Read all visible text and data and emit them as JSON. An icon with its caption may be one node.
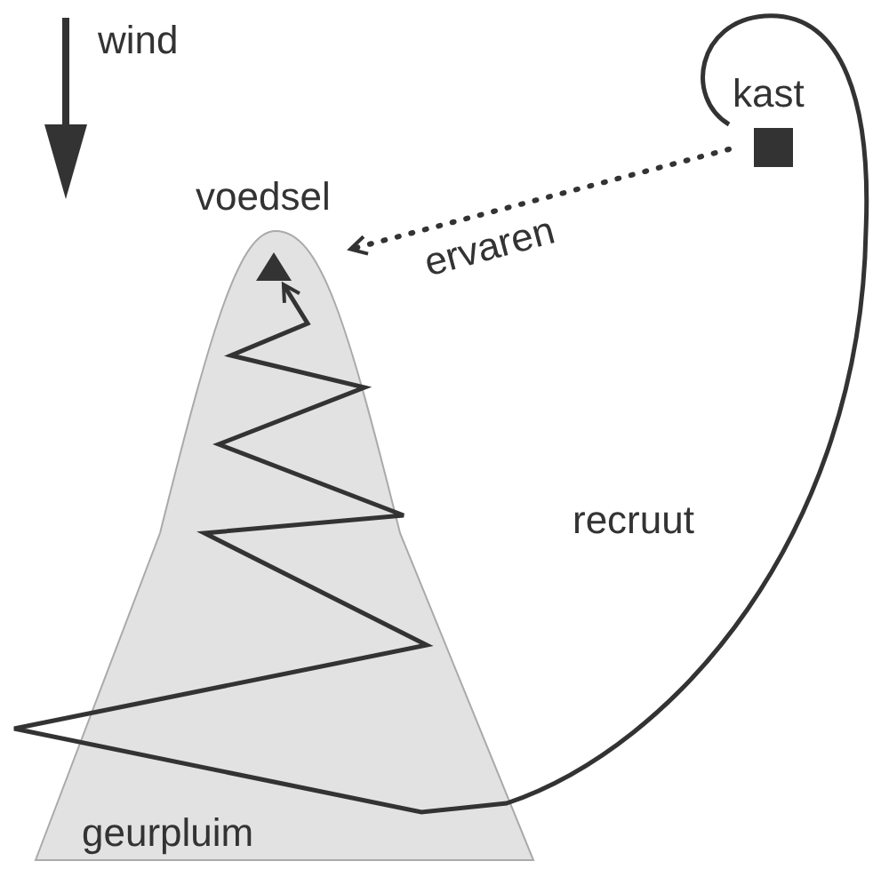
{
  "diagram": {
    "nodes": [
      {
        "text": [
          "kast"
        ]
      },
      {
        "text": [
          "geurpluim"
        ]
      },
      {
        "text": [
          "voedsel"
        ],
        "in": 1
      }
    ],
    "edges": [
      {
        "from": 0,
        "to": 2,
        "arrow": "to",
        "label": "ervaren",
        "style": "dashed"
      },
      {
        "from": 0,
        "to": 2,
        "arrow": "to",
        "label": "recruut"
      }
    ],
    "labels": [
      "wind"
    ]
  }
}
